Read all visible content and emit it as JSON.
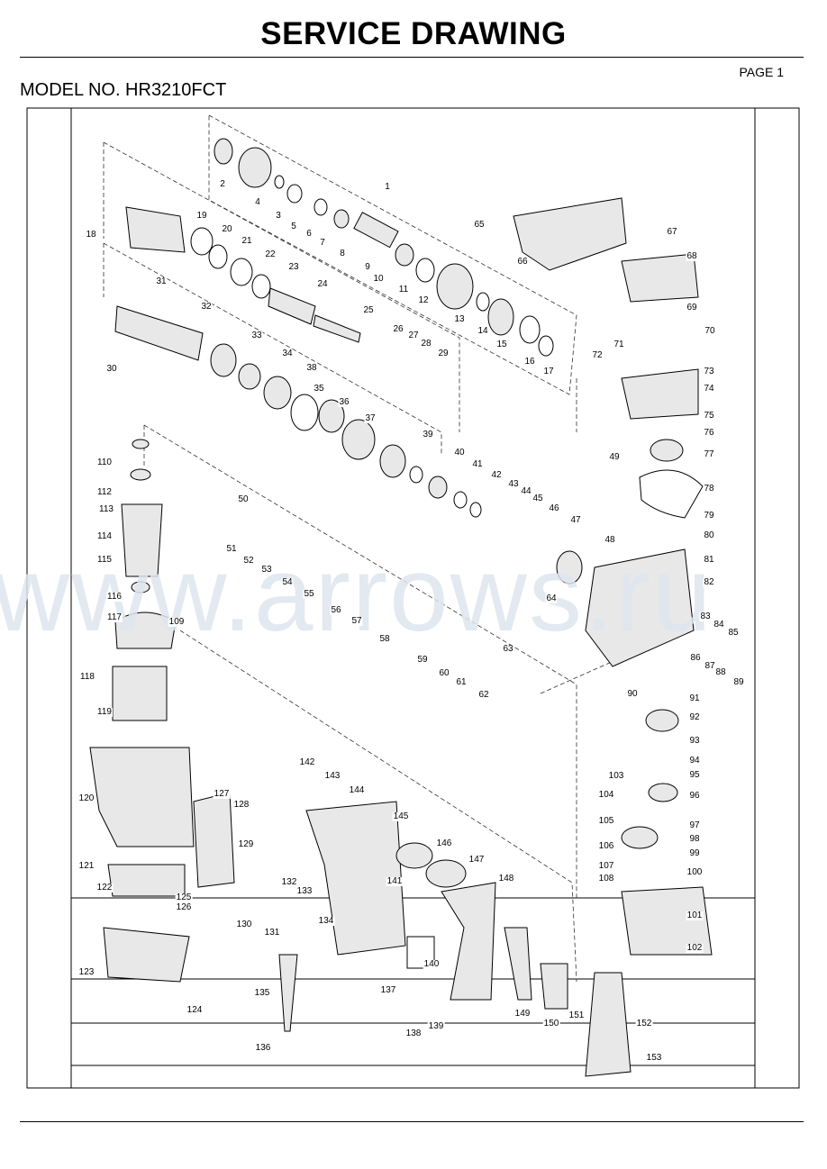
{
  "header": {
    "title": "SERVICE DRAWING",
    "page": "PAGE 1",
    "model": "MODEL NO. HR3210FCT"
  },
  "watermark": "www.arrows.ru",
  "parts": [
    "1",
    "2",
    "3",
    "4",
    "5",
    "6",
    "7",
    "8",
    "9",
    "10",
    "11",
    "12",
    "13",
    "14",
    "15",
    "16",
    "17",
    "18",
    "19",
    "20",
    "21",
    "22",
    "23",
    "24",
    "25",
    "26",
    "27",
    "28",
    "29",
    "30",
    "31",
    "32",
    "33",
    "34",
    "35",
    "36",
    "37",
    "38",
    "39",
    "40",
    "41",
    "42",
    "43",
    "44",
    "45",
    "46",
    "47",
    "48",
    "49",
    "50",
    "51",
    "52",
    "53",
    "54",
    "55",
    "56",
    "57",
    "58",
    "59",
    "60",
    "61",
    "62",
    "63",
    "64",
    "65",
    "66",
    "67",
    "68",
    "69",
    "70",
    "71",
    "72",
    "73",
    "74",
    "75",
    "76",
    "77",
    "78",
    "79",
    "80",
    "81",
    "82",
    "83",
    "84",
    "85",
    "86",
    "87",
    "88",
    "89",
    "90",
    "91",
    "92",
    "93",
    "94",
    "95",
    "96",
    "97",
    "98",
    "99",
    "100",
    "101",
    "102",
    "103",
    "104",
    "105",
    "106",
    "107",
    "108",
    "109",
    "110",
    "112",
    "113",
    "114",
    "115",
    "116",
    "117",
    "118",
    "119",
    "120",
    "121",
    "122",
    "123",
    "124",
    "125",
    "126",
    "127",
    "128",
    "129",
    "130",
    "131",
    "132",
    "133",
    "134",
    "135",
    "136",
    "137",
    "138",
    "139",
    "140",
    "141",
    "142",
    "143",
    "144",
    "145",
    "146",
    "147",
    "148",
    "149",
    "150",
    "151",
    "152",
    "153"
  ]
}
